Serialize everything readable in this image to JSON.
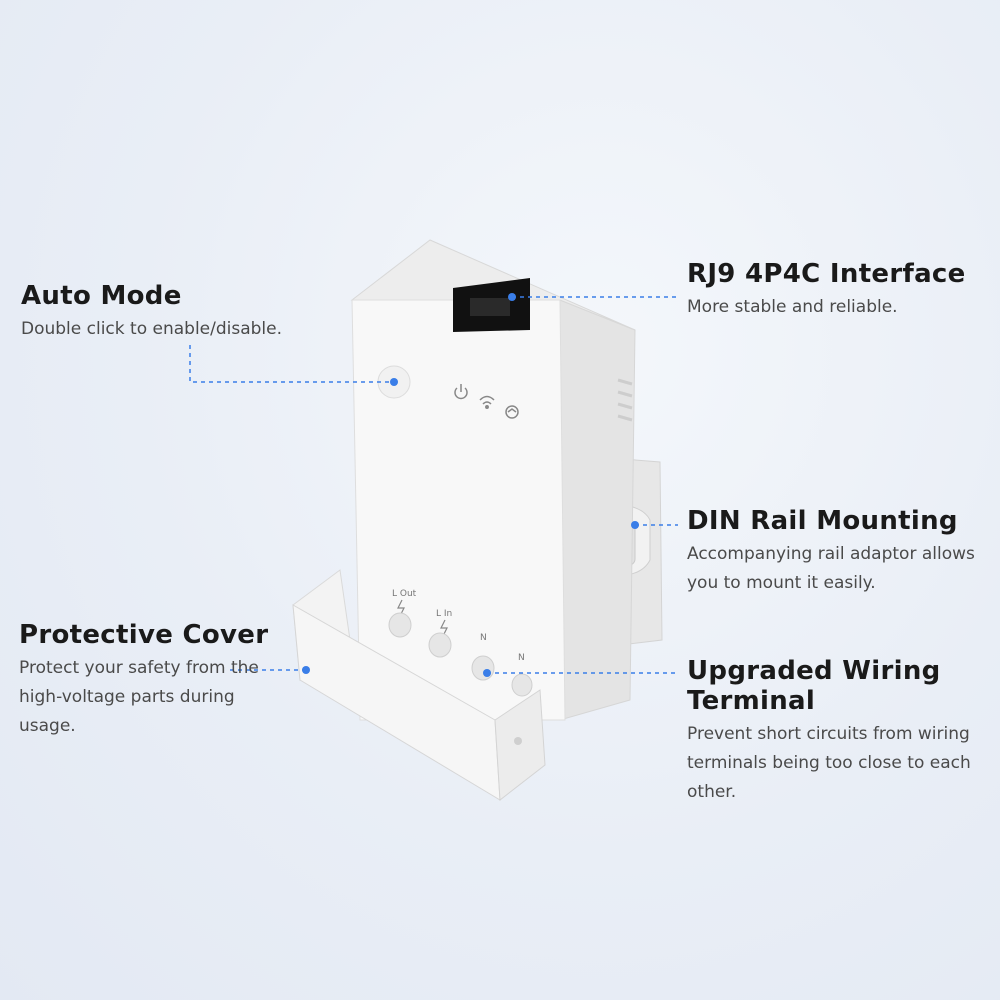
{
  "callouts": {
    "auto_mode": {
      "title": "Auto Mode",
      "desc": "Double click to enable/disable."
    },
    "rj9": {
      "title": "RJ9 4P4C Interface",
      "desc": "More stable and reliable."
    },
    "din": {
      "title": "DIN Rail Mounting",
      "desc": "Accompanying rail adaptor allows you to mount it easily."
    },
    "cover": {
      "title": "Protective Cover",
      "desc": "Protect your safety from the high-voltage parts during usage."
    },
    "wiring": {
      "title": "Upgraded Wiring Terminal",
      "desc": "Prevent short circuits from wiring terminals being too close to each other."
    }
  },
  "terminals": {
    "l_out": "L Out",
    "l_in": "L In",
    "n1": "N",
    "n2": "N"
  },
  "colors": {
    "accent": "#3a7ee8",
    "device_body": "#f7f7f7",
    "port": "#111111"
  },
  "icons": [
    "power-icon",
    "wifi-icon",
    "sync-icon",
    "bolt-icon"
  ]
}
